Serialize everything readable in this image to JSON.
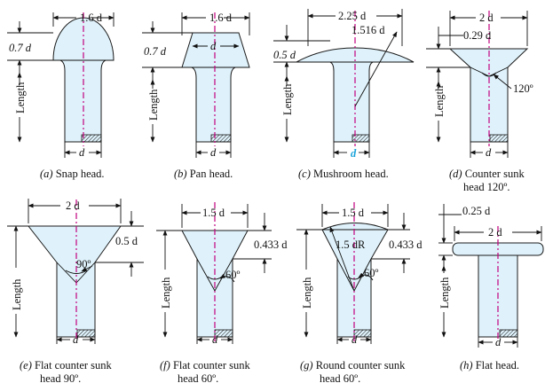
{
  "colors": {
    "body_fill": "#dff2fb",
    "axis_line": "#c2007f",
    "highlight_d": "#1aa3d9",
    "ink": "#111111"
  },
  "figures": [
    {
      "id": "a",
      "caption_letter": "(a)",
      "caption_text": "Snap head.",
      "dims": {
        "width": "1.6 d",
        "height": "0.7 d",
        "length": "Length",
        "shank": "d"
      }
    },
    {
      "id": "b",
      "caption_letter": "(b)",
      "caption_text": "Pan head.",
      "dims": {
        "width": "1.6 d",
        "height": "0.7 d",
        "length": "Length",
        "inner": "d",
        "shank": "d"
      }
    },
    {
      "id": "c",
      "caption_letter": "(c)",
      "caption_text": "Mushroom head.",
      "dims": {
        "width": "2.25 d",
        "radius": "1.516 d",
        "height": "0.5 d",
        "length": "Length",
        "shank": "d"
      }
    },
    {
      "id": "d",
      "caption_letter": "(d)",
      "caption_text_line1": "Counter sunk",
      "caption_text_line2": "head 120º.",
      "dims": {
        "width": "2 d",
        "height": "0.29 d",
        "angle": "120º",
        "length": "Length",
        "shank": "d"
      }
    },
    {
      "id": "e",
      "caption_letter": "(e)",
      "caption_text_line1": "Flat counter sunk",
      "caption_text_line2": "head 90º.",
      "dims": {
        "width": "2 d",
        "height": "0.5 d",
        "angle": "90º",
        "length": "Length",
        "shank": "d"
      }
    },
    {
      "id": "f",
      "caption_letter": "(f)",
      "caption_text_line1": "Flat counter sunk",
      "caption_text_line2": "head 60º.",
      "dims": {
        "width": "1.5 d",
        "height": "0.433 d",
        "angle": "60º",
        "length": "Length",
        "shank": "d"
      }
    },
    {
      "id": "g",
      "caption_letter": "(g)",
      "caption_text_line1": "Round counter sunk",
      "caption_text_line2": "head 60º.",
      "dims": {
        "width": "1.5 d",
        "radius": "1.5 dR",
        "height": "0.433 d",
        "angle": "60º",
        "length": "Length",
        "shank": "d"
      }
    },
    {
      "id": "h",
      "caption_letter": "(h)",
      "caption_text": "Flat head.",
      "dims": {
        "height": "0.25 d",
        "width": "2 d",
        "length": "Length",
        "shank": "d"
      }
    }
  ]
}
